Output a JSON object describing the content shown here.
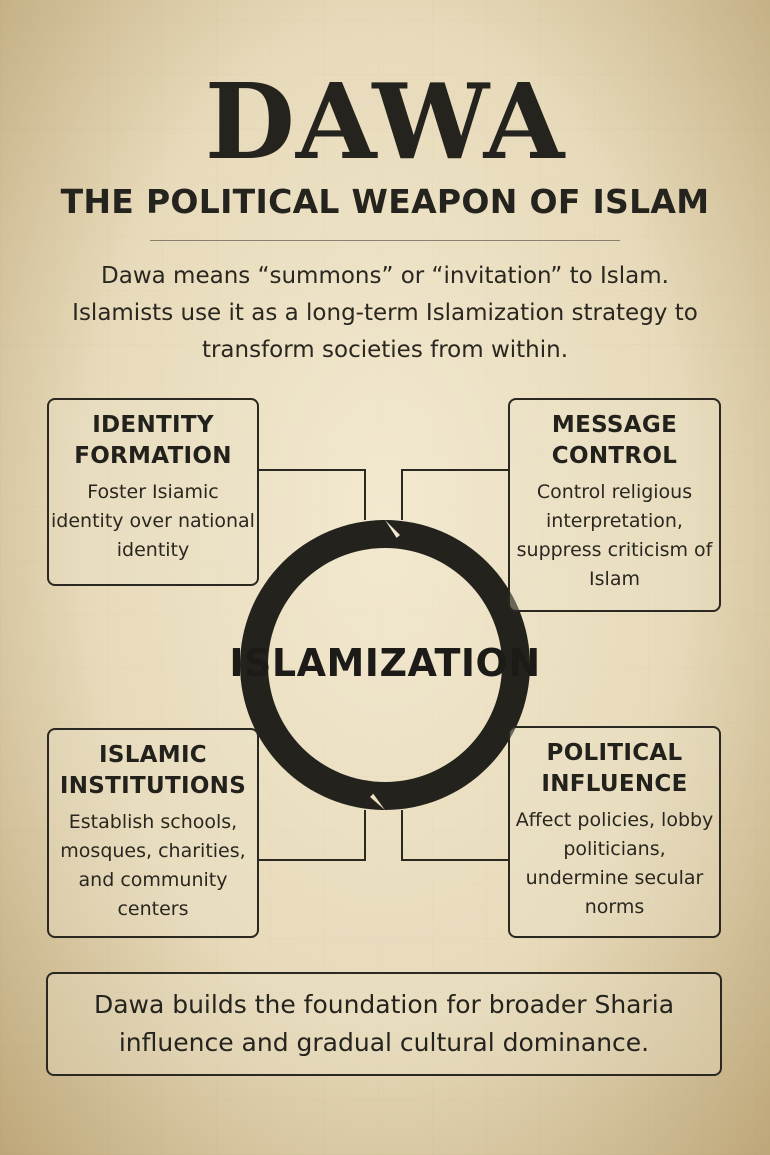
{
  "poster": {
    "title": "DAWA",
    "subtitle": "THE POLITICAL WEAPON OF ISLAM",
    "intro": "Dawa means “summons” or “invitation” to Islam. Islamists use it as a long-term Islamization strategy to transform societies from within.",
    "center_label": "ISLAMIZATION",
    "boxes": {
      "identity": {
        "title": "IDENTITY FORMATION",
        "text": "Foster Isiamic identity over national identity"
      },
      "message": {
        "title": "MESSAGE CONTROL",
        "text": "Control religious interpretation, suppress criticism of Islam"
      },
      "institutions": {
        "title": "ISLAMIC INSTITUTIONS",
        "text": "Establish schools, mosques, charities, and community centers"
      },
      "political": {
        "title": "POLITICAL INFLUENCE",
        "text": "Affect policies, lobby politicians, undermine secular norms"
      }
    },
    "footer": "Dawa builds the foundation for broader Sharia influence and gradual cultural dominance."
  },
  "colors": {
    "paper": "#e6d9b8",
    "ink": "#25231e",
    "ring": "#24221d"
  }
}
